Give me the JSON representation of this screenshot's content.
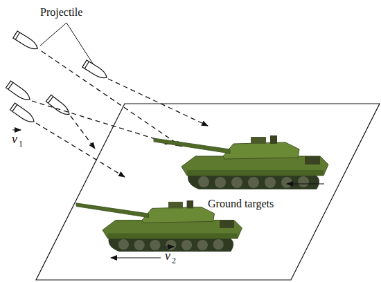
{
  "diagram": {
    "labels": [
      "Projectile",
      "v",
      "1",
      "Ground targets",
      "v",
      "2"
    ]
  }
}
